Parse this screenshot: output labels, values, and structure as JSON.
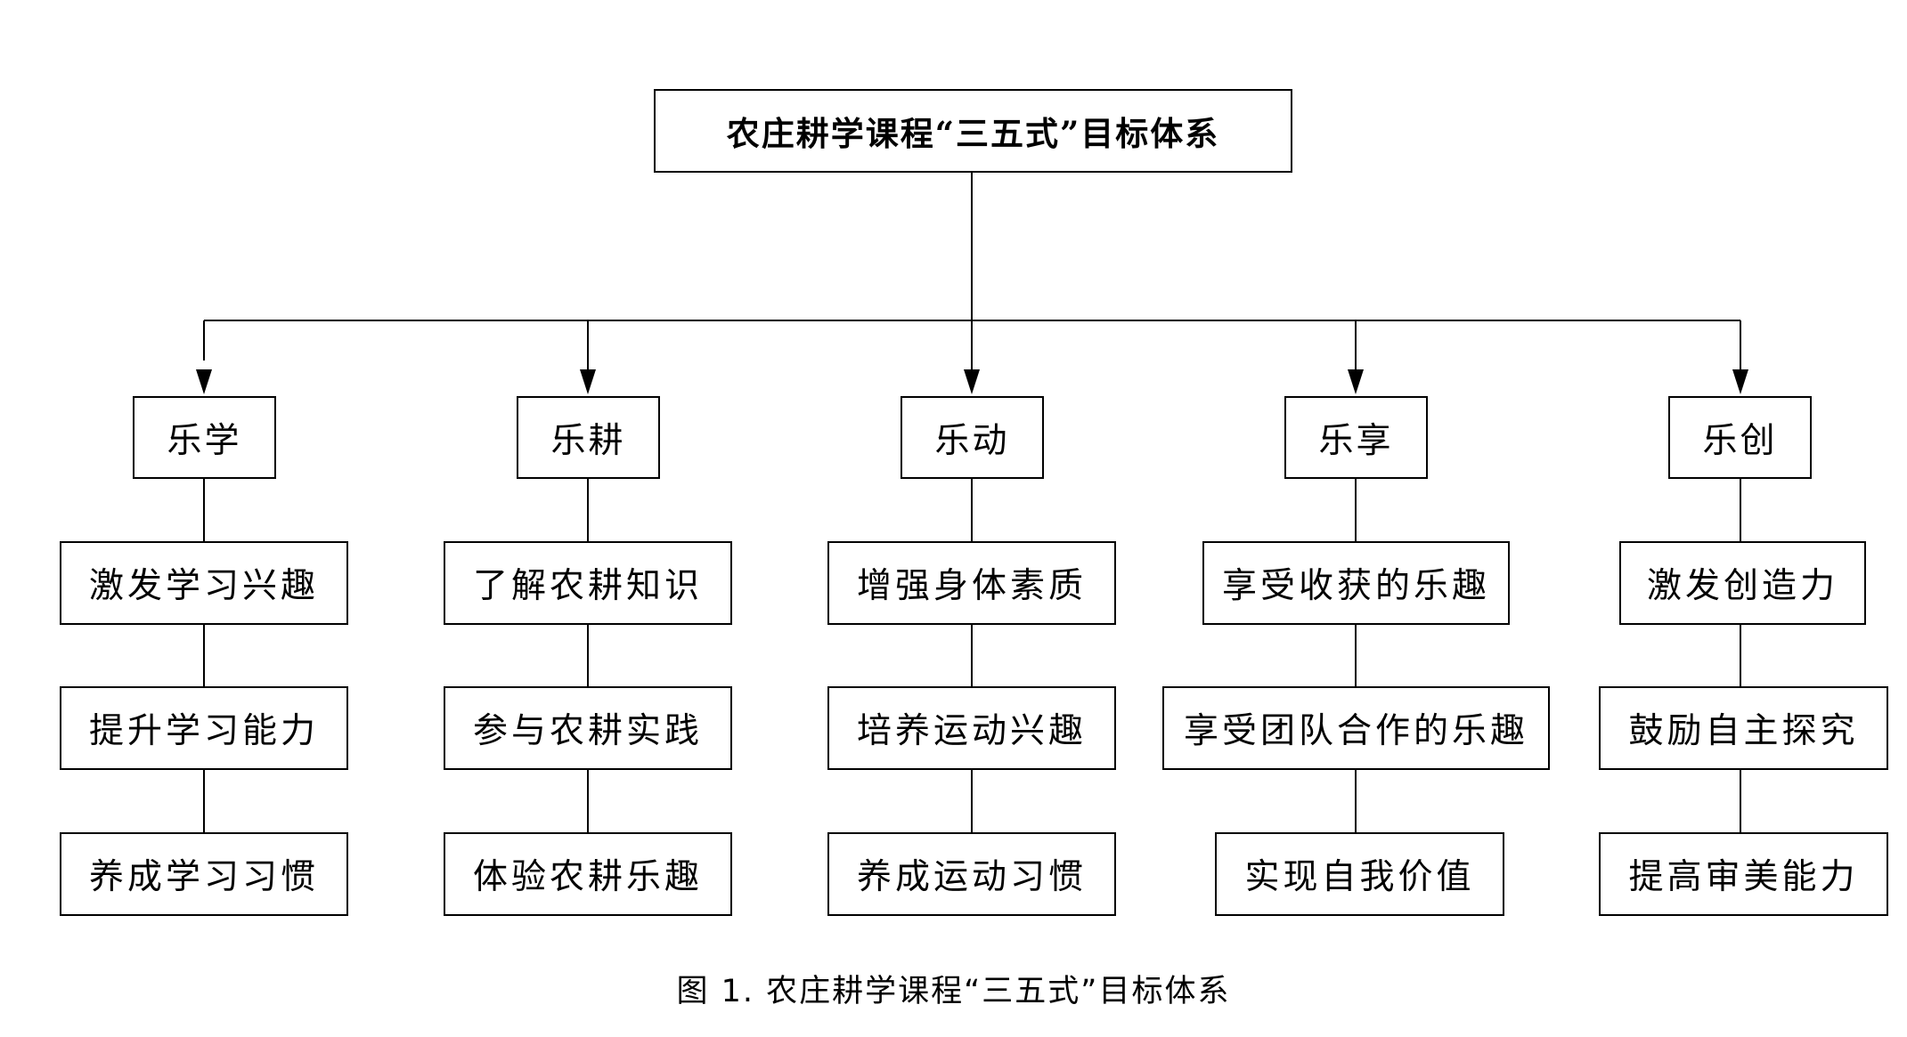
{
  "root": {
    "label": "农庄耕学课程“三五式”目标体系"
  },
  "categories": [
    {
      "label": "乐学",
      "goals": [
        "激发学习兴趣",
        "提升学习能力",
        "养成学习习惯"
      ]
    },
    {
      "label": "乐耕",
      "goals": [
        "了解农耕知识",
        "参与农耕实践",
        "体验农耕乐趣"
      ]
    },
    {
      "label": "乐动",
      "goals": [
        "增强身体素质",
        "培养运动兴趣",
        "养成运动习惯"
      ]
    },
    {
      "label": "乐享",
      "goals": [
        "享受收获的乐趣",
        "享受团队合作的乐趣",
        "实现自我价值"
      ]
    },
    {
      "label": "乐创",
      "goals": [
        "激发创造力",
        "鼓励自主探究",
        "提高审美能力"
      ]
    }
  ],
  "caption": "图 1. 农庄耕学课程“三五式”目标体系"
}
